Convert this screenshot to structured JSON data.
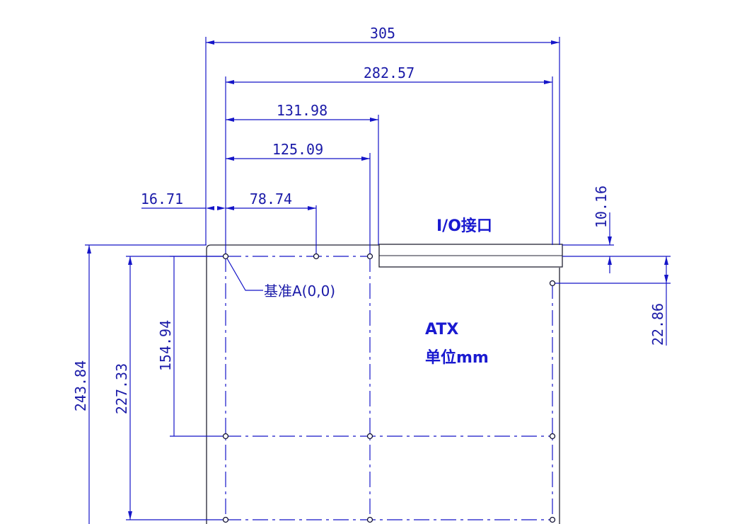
{
  "dimensions": {
    "width_total": "305",
    "span_282": "282.57",
    "span_131": "131.98",
    "span_125": "125.09",
    "offset_left": "16.71",
    "span_78": "78.74",
    "io_gap": "10.16",
    "right_gap": "22.86",
    "height_total": "243.84",
    "height_227": "227.33",
    "height_154": "154.94"
  },
  "labels": {
    "origin": "基准A(0,0)",
    "io_port": "I/O接口",
    "form_factor": "ATX",
    "unit": "单位mm"
  },
  "colors": {
    "dimension_lines": "#1515c8",
    "labels": "#1a1ad0",
    "board_outline": "#222233"
  }
}
